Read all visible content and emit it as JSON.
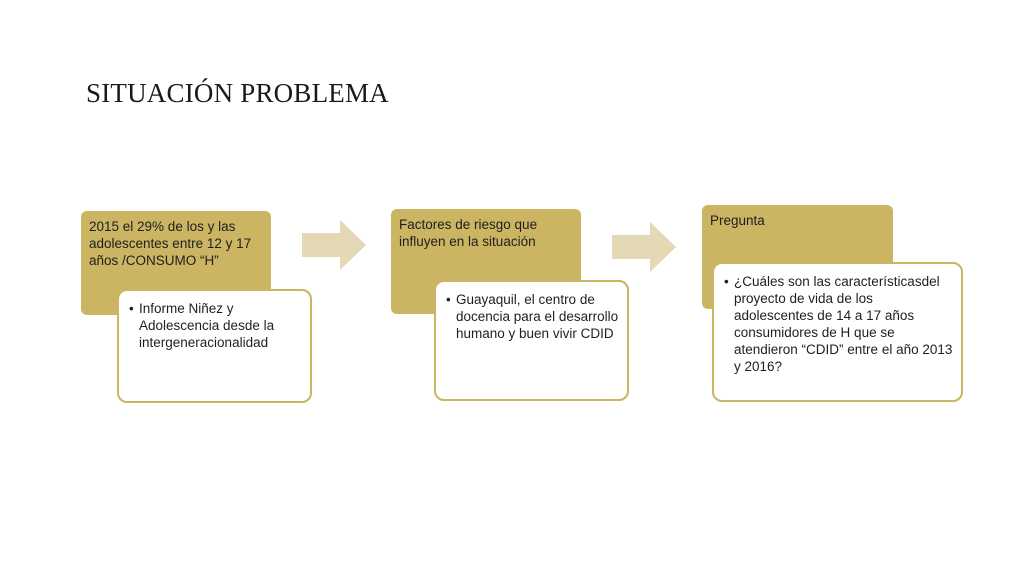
{
  "title": "SITUACIÓN PROBLEMA",
  "steps": [
    {
      "header": "2015 el 29% de los y las adolescentes entre 12 y 17 años /CONSUMO “H”",
      "bullet": "Informe Niñez y Adolescencia desde la intergeneracionalidad"
    },
    {
      "header": "Factores de riesgo que influyen en la situación",
      "bullet": "Guayaquil, el centro de docencia para el desarrollo humano y buen vivir CDID"
    },
    {
      "header": "Pregunta",
      "bullet": "¿Cuáles son las característicasdel proyecto de vida de los adolescentes de 14 a 17 años consumidores de H que se atendieron “CDID” entre el año 2013 y 2016?"
    }
  ],
  "colors": {
    "gold": "#cbb462",
    "arrow": "#e4d9b5",
    "text": "#1f1f1f"
  },
  "icons": {
    "connector": "right-arrow-icon"
  }
}
